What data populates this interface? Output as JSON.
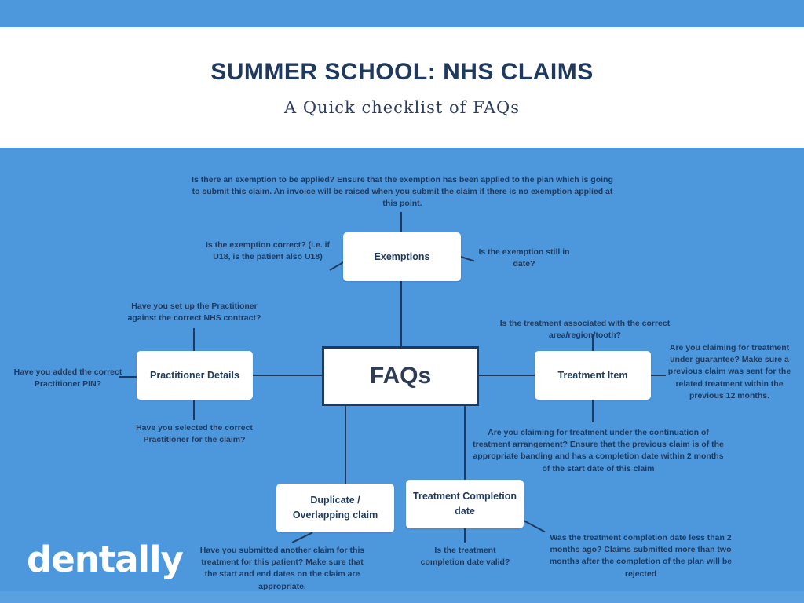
{
  "colors": {
    "background_blue": "#4d97dc",
    "navy": "#1f3a5e",
    "white": "#ffffff",
    "footer_strip_blue": "#5aa1e1"
  },
  "header": {
    "title": "SUMMER SCHOOL: NHS CLAIMS",
    "subtitle": "A Quick checklist of FAQs"
  },
  "logo": {
    "text": "dentally"
  },
  "diagram": {
    "center": {
      "label": "FAQs"
    },
    "nodes": {
      "exemptions": {
        "label": "Exemptions"
      },
      "practitioner": {
        "label": "Practitioner Details"
      },
      "treatment_item": {
        "label": "Treatment Item"
      },
      "duplicate": {
        "label": "Duplicate / Overlapping claim"
      },
      "completion": {
        "label": "Treatment Completion date"
      }
    },
    "annotations": {
      "exemption_applied": "Is there an exemption to be applied? Ensure that the exemption has been applied to the plan which is going to submit this claim. An invoice will be raised when you submit the claim if there is no exemption applied at this point.",
      "exemption_correct": "Is the exemption correct? (i.e. if U18, is the patient also U18)",
      "exemption_in_date": "Is the exemption still in date?",
      "practitioner_contract": "Have you set up the Practitioner against the correct NHS contract?",
      "practitioner_pin": "Have you added the correct Practitioner PIN?",
      "practitioner_selected": "Have you selected the correct Practitioner for the claim?",
      "treatment_area": "Is the treatment associated with the correct area/region/tooth?",
      "treatment_guarantee": "Are you claiming for treatment under guarantee? Make sure a previous claim was sent for the related treatment within the previous 12 months.",
      "treatment_continuation": "Are you claiming for treatment under the continuation of treatment arrangement? Ensure that the previous claim is of the appropriate banding and has a completion date within 2 months of the start date of this claim",
      "duplicate_submitted": "Have you submitted another claim for this treatment for this patient? Make sure that the start and end dates on the claim are appropriate.",
      "completion_valid": "Is the treatment completion date valid?",
      "completion_two_months": "Was the treatment completion date less than 2 months ago? Claims submitted more than two months after the completion of the plan will be rejected"
    }
  }
}
